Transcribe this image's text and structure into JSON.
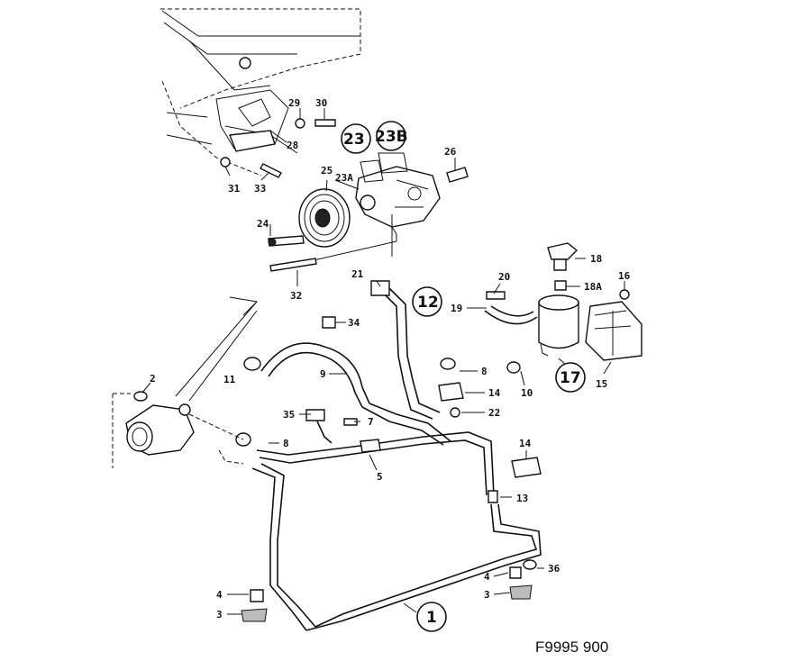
{
  "figure_ref": "F9995 900",
  "callouts": {
    "c1": "1",
    "c2": "2",
    "c3a": "3",
    "c3b": "3",
    "c4a": "4",
    "c4b": "4",
    "c5": "5",
    "c7": "7",
    "c8a": "8",
    "c8b": "8",
    "c9": "9",
    "c10": "10",
    "c11": "11",
    "c12": "12",
    "c13": "13",
    "c14a": "14",
    "c14b": "14",
    "c15": "15",
    "c16": "16",
    "c17": "17",
    "c18": "18",
    "c18a": "18A",
    "c19": "19",
    "c20": "20",
    "c21": "21",
    "c22": "22",
    "c23": "23",
    "c23a": "23A",
    "c23b": "23B",
    "c24": "24",
    "c25": "25",
    "c26": "26",
    "c28": "28",
    "c29": "29",
    "c30": "30",
    "c31": "31",
    "c32": "32",
    "c33": "33",
    "c34": "34",
    "c35": "35",
    "c36": "36"
  }
}
